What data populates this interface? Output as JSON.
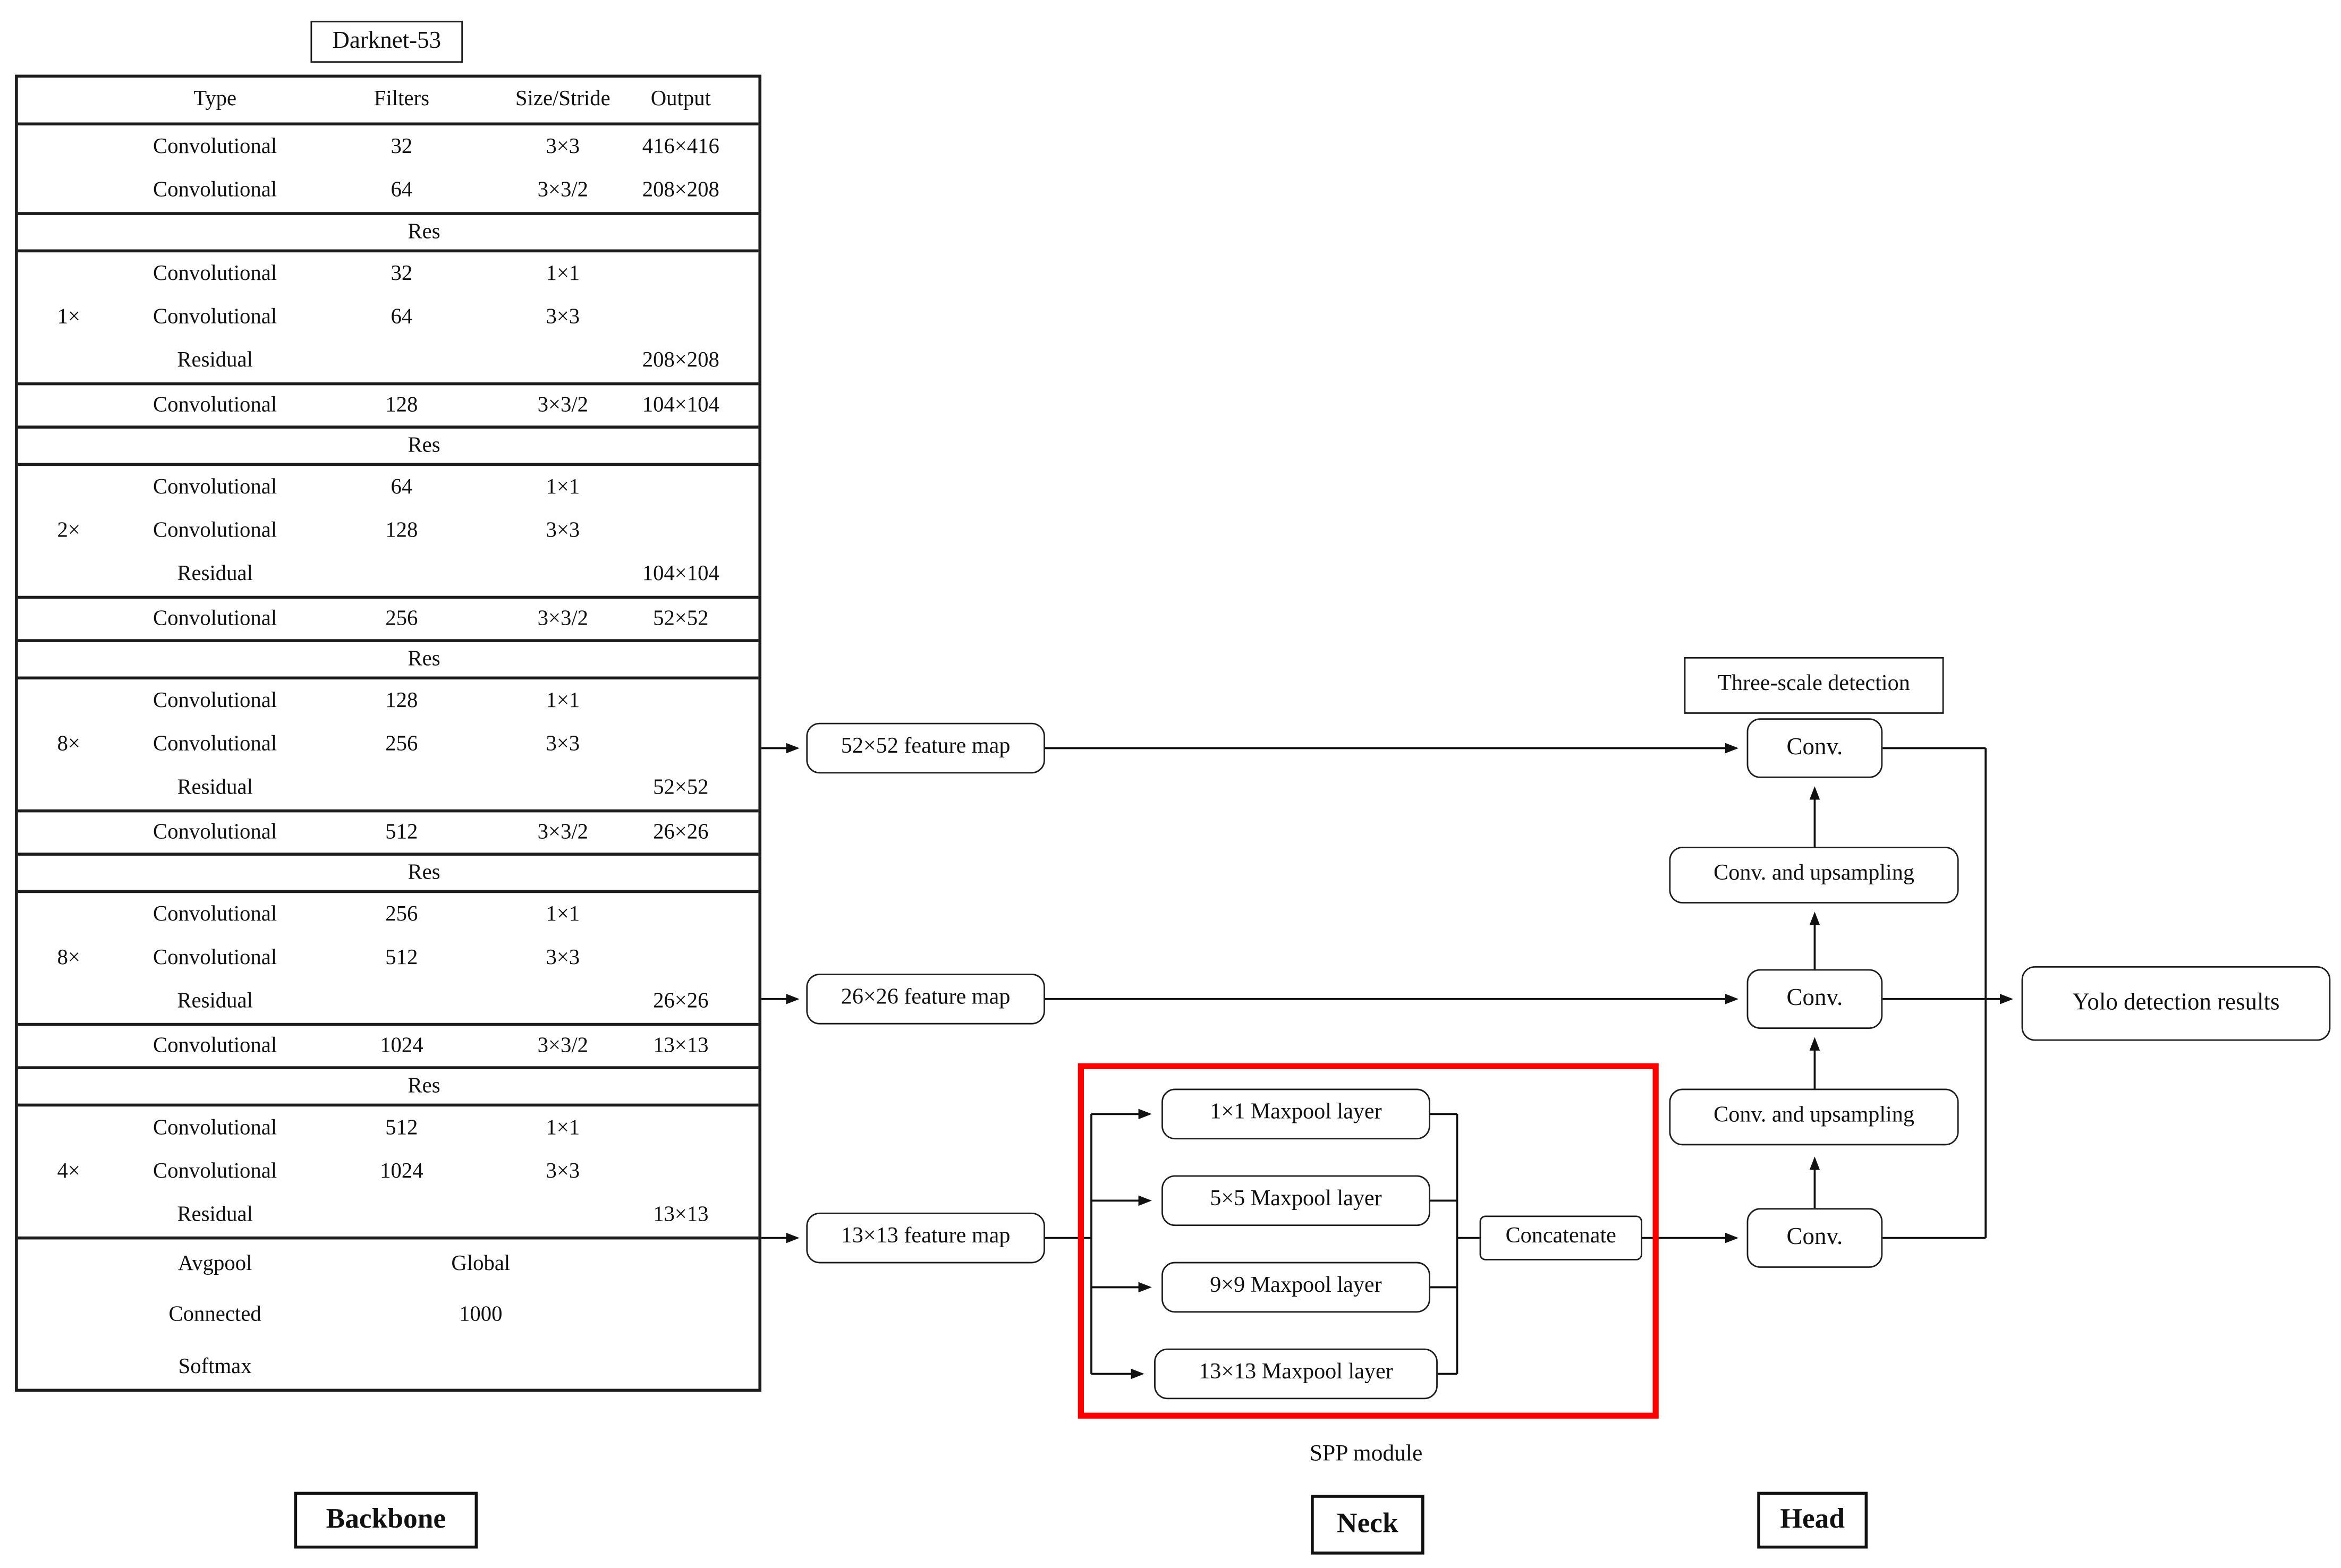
{
  "diagram_title": "Darknet-53",
  "colors": {
    "spp_border": "#ff0000",
    "line": "#1c1c1c"
  },
  "backbone_table": {
    "headers": [
      "Type",
      "Filters",
      "Size/Stride",
      "Output"
    ],
    "rows": [
      {
        "kind": "row",
        "type": "Convolutional",
        "filters": "32",
        "size": "3×3",
        "output": "416×416"
      },
      {
        "kind": "row",
        "type": "Convolutional",
        "filters": "64",
        "size": "3×3/2",
        "output": "208×208"
      },
      {
        "kind": "res",
        "type": "Res"
      },
      {
        "kind": "row",
        "type": "Convolutional",
        "filters": "32",
        "size": "1×1"
      },
      {
        "kind": "row",
        "type": "Convolutional",
        "filters": "64",
        "size": "3×3",
        "mult": "1×"
      },
      {
        "kind": "row",
        "type": "Residual",
        "output": "208×208"
      },
      {
        "kind": "row",
        "type": "Convolutional",
        "filters": "128",
        "size": "3×3/2",
        "output": "104×104",
        "sep": true
      },
      {
        "kind": "res",
        "type": "Res"
      },
      {
        "kind": "row",
        "type": "Convolutional",
        "filters": "64",
        "size": "1×1"
      },
      {
        "kind": "row",
        "type": "Convolutional",
        "filters": "128",
        "size": "3×3",
        "mult": "2×"
      },
      {
        "kind": "row",
        "type": "Residual",
        "output": "104×104"
      },
      {
        "kind": "row",
        "type": "Convolutional",
        "filters": "256",
        "size": "3×3/2",
        "output": "52×52",
        "sep": true
      },
      {
        "kind": "res",
        "type": "Res"
      },
      {
        "kind": "row",
        "type": "Convolutional",
        "filters": "128",
        "size": "1×1"
      },
      {
        "kind": "row",
        "type": "Convolutional",
        "filters": "256",
        "size": "3×3",
        "mult": "8×"
      },
      {
        "kind": "row",
        "type": "Residual",
        "output": "52×52"
      },
      {
        "kind": "row",
        "type": "Convolutional",
        "filters": "512",
        "size": "3×3/2",
        "output": "26×26",
        "sep": true
      },
      {
        "kind": "res",
        "type": "Res"
      },
      {
        "kind": "row",
        "type": "Convolutional",
        "filters": "256",
        "size": "1×1"
      },
      {
        "kind": "row",
        "type": "Convolutional",
        "filters": "512",
        "size": "3×3",
        "mult": "8×"
      },
      {
        "kind": "row",
        "type": "Residual",
        "output": "26×26"
      },
      {
        "kind": "row",
        "type": "Convolutional",
        "filters": "1024",
        "size": "3×3/2",
        "output": "13×13",
        "sep": true
      },
      {
        "kind": "res",
        "type": "Res"
      },
      {
        "kind": "row",
        "type": "Convolutional",
        "filters": "512",
        "size": "1×1"
      },
      {
        "kind": "row",
        "type": "Convolutional",
        "filters": "1024",
        "size": "3×3",
        "mult": "4×"
      },
      {
        "kind": "row",
        "type": "Residual",
        "output": "13×13"
      },
      {
        "kind": "footer",
        "type": "Avgpool",
        "value": "Global",
        "sep": true
      },
      {
        "kind": "footer",
        "type": "Connected",
        "value": "1000"
      },
      {
        "kind": "footer",
        "type": "Softmax"
      }
    ]
  },
  "feature_maps": [
    "52×52 feature map",
    "26×26 feature map",
    "13×13 feature map"
  ],
  "spp": {
    "maxpools": [
      "1×1 Maxpool layer",
      "5×5 Maxpool layer",
      "9×9 Maxpool layer",
      "13×13 Maxpool layer"
    ],
    "concatenate": "Concatenate",
    "caption": "SPP module"
  },
  "head": {
    "banner": "Three-scale detection",
    "conv": "Conv.",
    "conv_upsampling": "Conv. and upsampling",
    "result": "Yolo detection results"
  },
  "section_labels": {
    "backbone": "Backbone",
    "neck": "Neck",
    "head": "Head"
  }
}
